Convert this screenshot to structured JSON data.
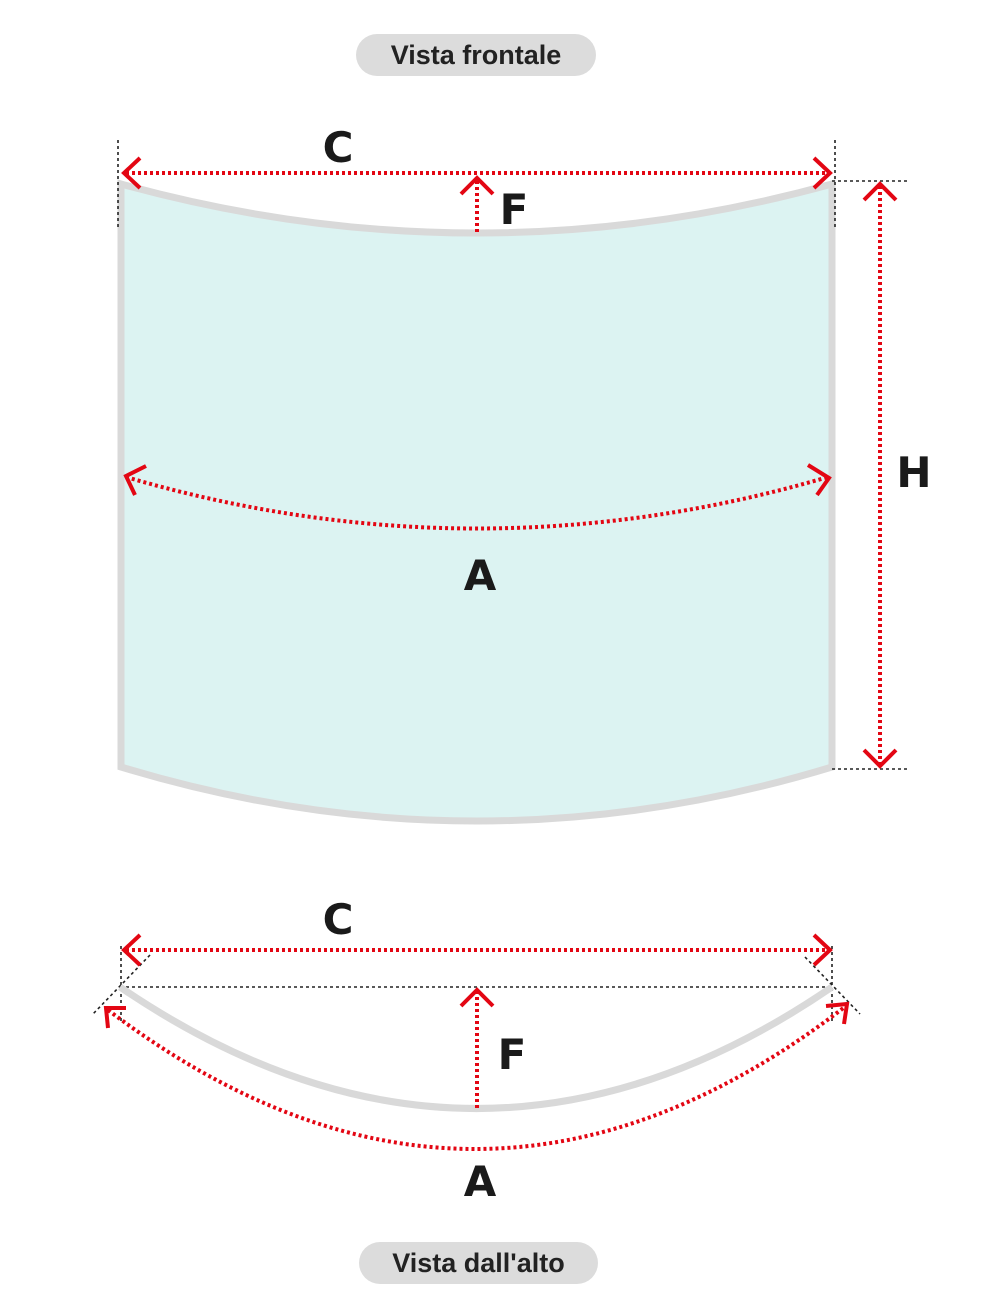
{
  "front_view": {
    "title": "Vista frontale",
    "labels": {
      "chord": "C",
      "sagitta": "F",
      "height": "H",
      "arc": "A"
    }
  },
  "top_view": {
    "title": "Vista dall'alto",
    "labels": {
      "chord": "C",
      "sagitta": "F",
      "arc": "A"
    }
  },
  "colors": {
    "glass_fill": "#dcf3f2",
    "glass_edge": "#d9d9d9",
    "dimension": "#e30613",
    "guide": "#222222"
  }
}
